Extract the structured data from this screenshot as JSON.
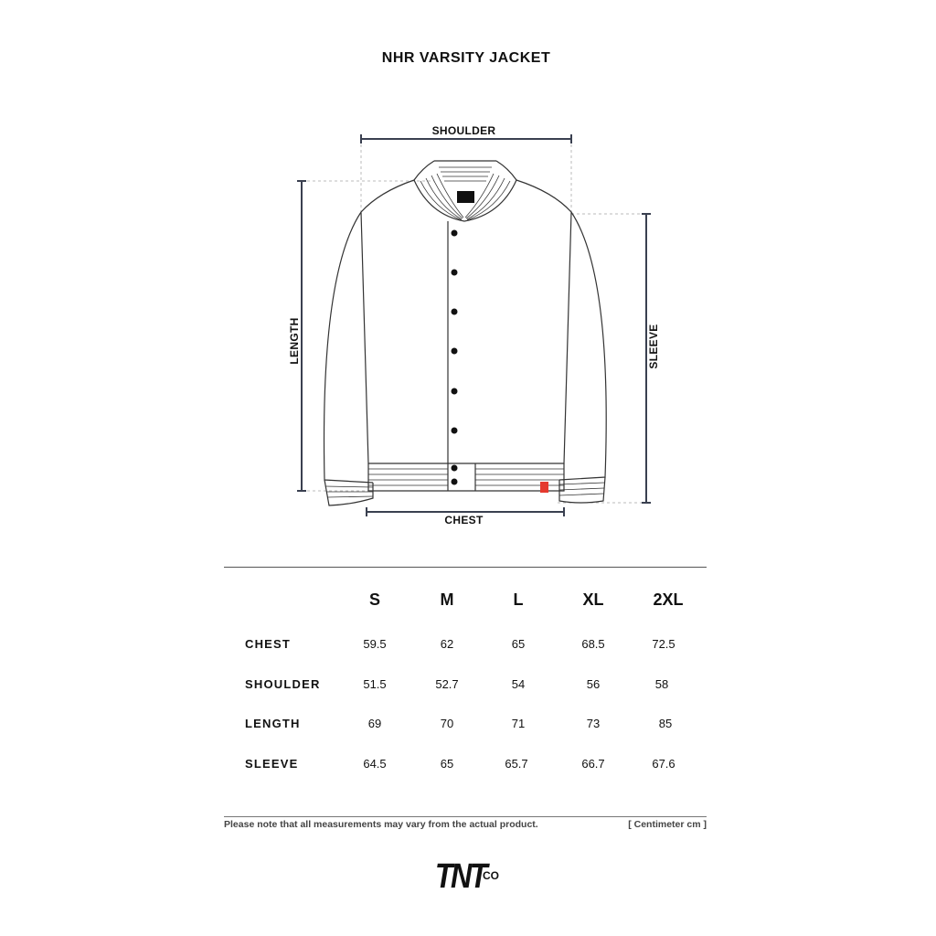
{
  "title": "NHR VARSITY JACKET",
  "diagram": {
    "shoulder_label": "SHOULDER",
    "length_label": "LENGTH",
    "sleeve_label": "SLEEVE",
    "chest_label": "CHEST"
  },
  "size_table": {
    "sizes": [
      "S",
      "M",
      "L",
      "XL",
      "2XL"
    ],
    "rows": [
      {
        "label": "CHEST",
        "values": [
          "59.5",
          "62",
          "65",
          "68.5",
          "72.5"
        ]
      },
      {
        "label": "SHOULDER",
        "values": [
          "51.5",
          "52.7",
          "54",
          "56",
          "58"
        ]
      },
      {
        "label": "LENGTH",
        "values": [
          "69",
          "70",
          "71",
          "73",
          "85"
        ]
      },
      {
        "label": "SLEEVE",
        "values": [
          "64.5",
          "65",
          "65.7",
          "66.7",
          "67.6"
        ]
      }
    ]
  },
  "footer": {
    "note": "Please note that all measurements may vary from the actual product.",
    "unit": "[ Centimeter cm ]"
  },
  "brand": {
    "logo_main": "TNT",
    "logo_suffix": "CO"
  },
  "colors": {
    "line": "#333333",
    "dim_line": "#3a4050",
    "tag_red": "#e53a2f"
  }
}
